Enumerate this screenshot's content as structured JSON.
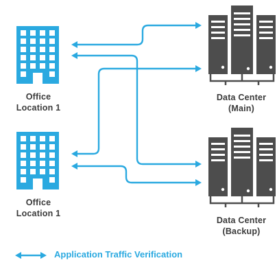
{
  "offices": [
    {
      "line1": "Office",
      "line2": "Location 1"
    },
    {
      "line1": "Office",
      "line2": "Location 1"
    }
  ],
  "datacenters": [
    {
      "line1": "Data Center",
      "line2": "(Main)"
    },
    {
      "line1": "Data Center",
      "line2": "(Backup)"
    }
  ],
  "legend": {
    "label": "Application Traffic Verification"
  },
  "colors": {
    "accent": "#2aa9e0",
    "server": "#4d4d4d",
    "text": "#3a3a3a"
  }
}
